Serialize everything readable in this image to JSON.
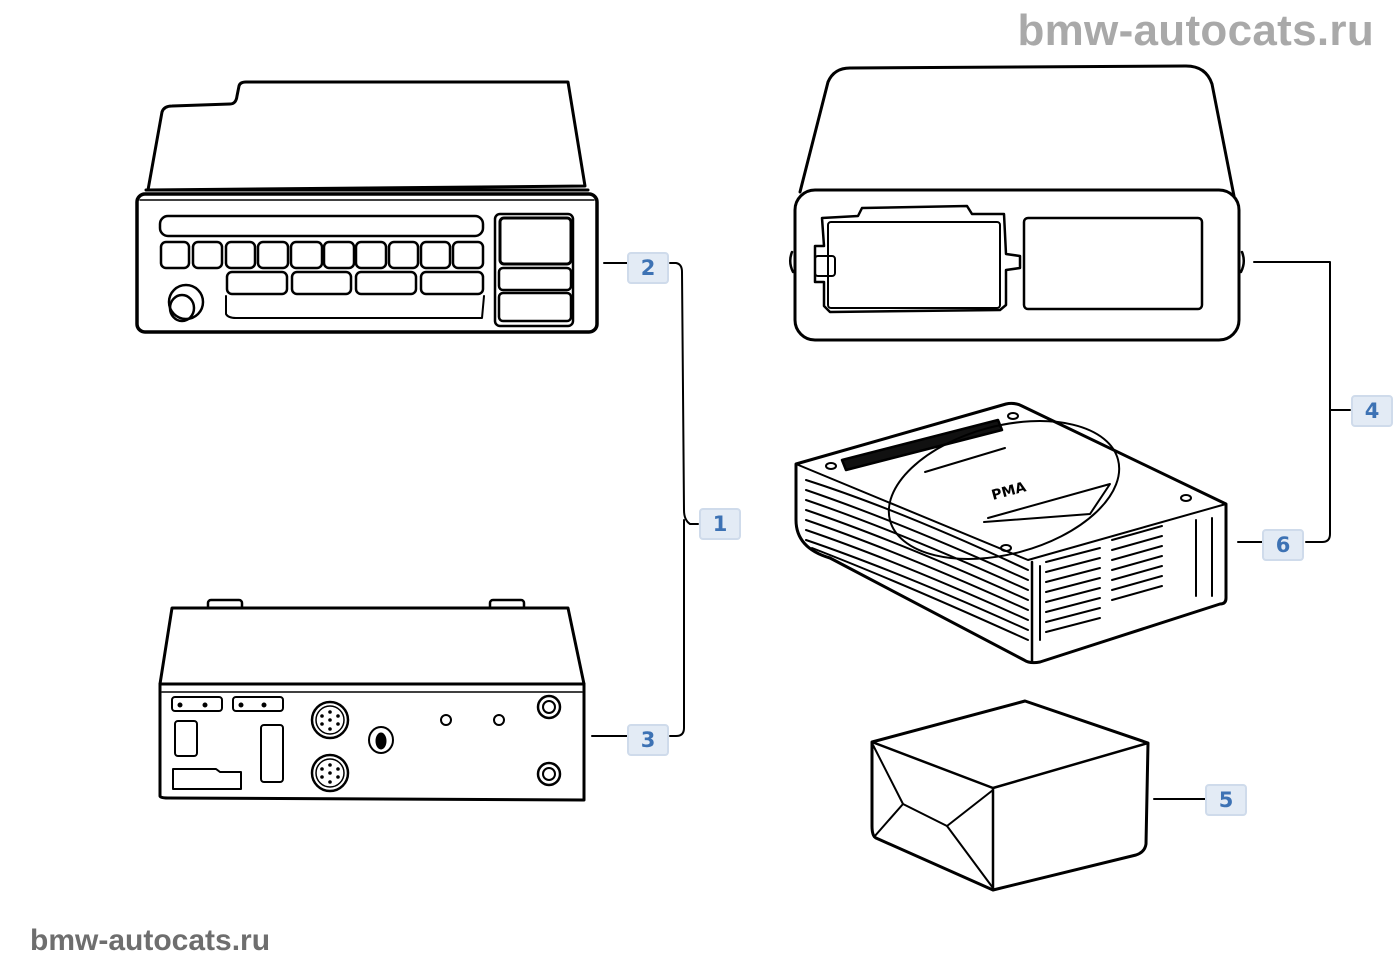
{
  "watermark": {
    "top": "bmw-autocats.ru",
    "bottom": "bmw-autocats.ru"
  },
  "diagram": {
    "type": "parts-exploded-view",
    "parts": [
      {
        "id": "radio-front",
        "description": "Radio/CD head unit, front view with preset buttons and knob",
        "callout": "2"
      },
      {
        "id": "radio-rear",
        "description": "Radio unit, rear view with DIN connectors, switch and antenna sockets",
        "callout": "3"
      },
      {
        "id": "cd-changer-cassette",
        "description": "CD changer housing with magazine slot",
        "callout": "4"
      },
      {
        "id": "amplifier",
        "description": "Amplifier with cooling fins and circular top plate",
        "callout": "6"
      },
      {
        "id": "package-box",
        "description": "Boxed part / package",
        "callout": "5"
      }
    ],
    "callouts": [
      {
        "label": "1",
        "group_of": [
          "2",
          "3"
        ]
      },
      {
        "label": "2"
      },
      {
        "label": "3"
      },
      {
        "label": "4",
        "group_of": [
          "6"
        ]
      },
      {
        "label": "5"
      },
      {
        "label": "6"
      }
    ]
  },
  "colors": {
    "callout_text": "#3d72b4",
    "callout_bg": "#e3ebf5",
    "callout_border": "#cfdbeb",
    "line": "#000000",
    "watermark": "#a9a9a9"
  }
}
